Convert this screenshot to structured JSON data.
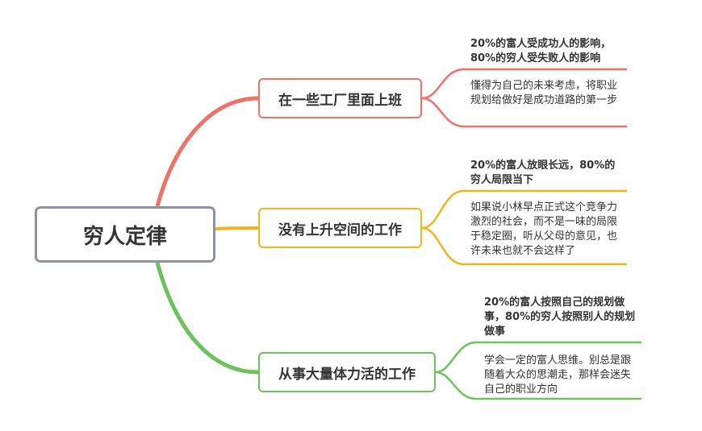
{
  "root": {
    "label": "穷人定律"
  },
  "colors": {
    "root_border": "#8a93a6",
    "branch_1": "#f07167",
    "branch_2": "#f5b31b",
    "branch_3": "#6dc35b"
  },
  "branches": [
    {
      "label": "在一些工厂里面上班",
      "children": [
        "20%的富人受成功人的影响，80%的穷人受失败人的影响",
        "懂得为自己的未来考虑，将职业规划给做好是成功道路的第一步"
      ]
    },
    {
      "label": "没有上升空间的工作",
      "children": [
        "20%的富人放眼长远，80%的穷人局限当下",
        "如果说小林早点正式这个竞争力激烈的社会，而不是一味的局限于稳定圈，听从父母的意见，也许未来也就不会这样了"
      ]
    },
    {
      "label": "从事大量体力活的工作",
      "children": [
        "20%的富人按照自己的规划做事，80%的穷人按照别人的规划做事",
        "学会一定的富人思维。别总是跟随着大众的思潮走，那样会迷失自己的职业方向"
      ]
    }
  ]
}
